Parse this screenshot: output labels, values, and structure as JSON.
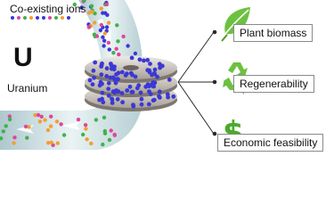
{
  "pipe_labels": {
    "ions": "Co-existing ions",
    "uranium_symbol": "U",
    "uranium": "Uranium"
  },
  "benefits": [
    {
      "label": "Plant biomass",
      "icon": "leaf-icon",
      "color": "#5cb83a"
    },
    {
      "label": "Regenerability",
      "icon": "recycle-icon",
      "color": "#5cb83a"
    },
    {
      "label": "Economic feasibility",
      "icon": "dollar-icon",
      "color": "#4caa2c"
    }
  ],
  "colors": {
    "uranium_bead": "#3b38d6",
    "ion_pink": "#e0469a",
    "ion_green": "#3fb24a",
    "ion_orange": "#f0a030",
    "pipe": "#c9dfe3",
    "disk": "#d8d3cc"
  }
}
